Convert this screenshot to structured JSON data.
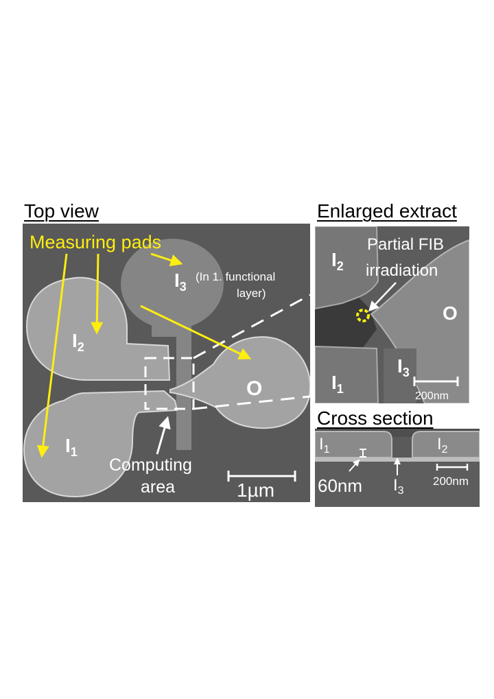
{
  "colors": {
    "accent_yellow": "#ffee10",
    "sem_background": "#595959",
    "pad_gray": "#9a9a9a",
    "label_white": "#ffffff"
  },
  "top_view": {
    "title": "Top view",
    "measuring_pads_label": "Measuring pads",
    "i3_label": "I",
    "i3_sub": "3",
    "i3_note_line1": "(In 1. functional",
    "i3_note_line2": "layer)",
    "i2_label": "I",
    "i2_sub": "2",
    "i1_label": "I",
    "i1_sub": "1",
    "o_label": "O",
    "computing_area_line1": "Computing",
    "computing_area_line2": "area",
    "scale_label": "1µm"
  },
  "enlarged_extract": {
    "title": "Enlarged extract",
    "annotation_line1": "Partial FIB",
    "annotation_line2": "irradiation",
    "i2_label": "I",
    "i2_sub": "2",
    "o_label": "O",
    "i3_label": "I",
    "i3_sub": "3",
    "i1_label": "I",
    "i1_sub": "1",
    "scale_label": "200nm"
  },
  "cross_section": {
    "title": "Cross section",
    "i1_label": "I",
    "i1_sub": "1",
    "i2_label": "I",
    "i2_sub": "2",
    "thickness_label": "60nm",
    "i3_label": "I",
    "i3_sub": "3",
    "scale_label": "200nm"
  }
}
